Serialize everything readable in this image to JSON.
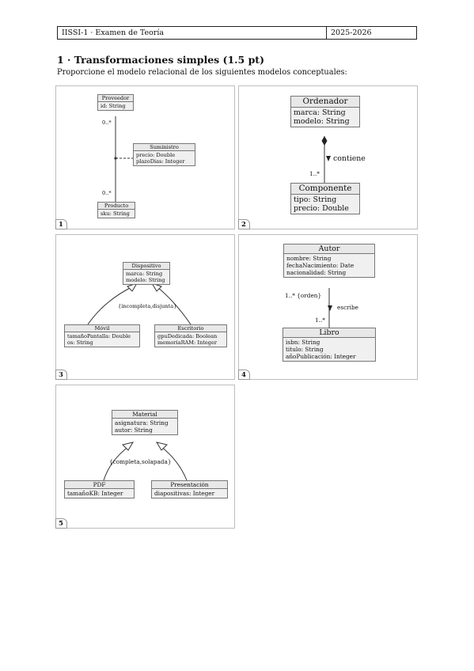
{
  "header": {
    "course": "IISSI-1 · Examen de Teoría",
    "year": "2025-2026"
  },
  "section": {
    "title": "1 · Transformaciones simples (1.5 pt)",
    "intro": "Proporcione el modelo relacional de los siguientes modelos conceptuales:"
  },
  "panels": [
    {
      "number": "1",
      "classes": {
        "proveedor": {
          "name": "Proveedor",
          "attrs": [
            "id: String"
          ]
        },
        "suministro": {
          "name": "Suministro",
          "attrs": [
            "precio: Double",
            "plazoDias: Integer"
          ]
        },
        "producto": {
          "name": "Producto",
          "attrs": [
            "sku: String"
          ]
        }
      },
      "mult_top": "0..*",
      "mult_bottom": "0..*"
    },
    {
      "number": "2",
      "classes": {
        "ordenador": {
          "name": "Ordenador",
          "attrs": [
            "marca: String",
            "modelo: String"
          ]
        },
        "componente": {
          "name": "Componente",
          "attrs": [
            "tipo: String",
            "precio: Double"
          ]
        }
      },
      "association": "contiene",
      "mult": "1..*"
    },
    {
      "number": "3",
      "classes": {
        "dispositivo": {
          "name": "Dispositivo",
          "attrs": [
            "marca: String",
            "modelo: String"
          ]
        },
        "movil": {
          "name": "Móvil",
          "attrs": [
            "tamañoPantalla: Double",
            "os: String"
          ]
        },
        "escritorio": {
          "name": "Escritorio",
          "attrs": [
            "gpuDedicada: Boolean",
            "memoriaRAM: Integer"
          ]
        }
      },
      "constraint": "{incompleta,disjunta}"
    },
    {
      "number": "4",
      "classes": {
        "autor": {
          "name": "Autor",
          "attrs": [
            "nombre: String",
            "fechaNacimiento: Date",
            "nacionalidad: String"
          ]
        },
        "libro": {
          "name": "Libro",
          "attrs": [
            "isbn: String",
            "titulo: String",
            "añoPublicación: Integer"
          ]
        }
      },
      "mult_top": "1..* {orden}",
      "association": "escribe",
      "mult_bottom": "1..*"
    },
    {
      "number": "5",
      "classes": {
        "material": {
          "name": "Material",
          "attrs": [
            "asignatura: String",
            "autor: String"
          ]
        },
        "pdf": {
          "name": "PDF",
          "attrs": [
            "tamañoKB: Integer"
          ]
        },
        "presentacion": {
          "name": "Presentación",
          "attrs": [
            "diapositivas: Integer"
          ]
        }
      },
      "constraint": "{completa,solapada}"
    }
  ]
}
